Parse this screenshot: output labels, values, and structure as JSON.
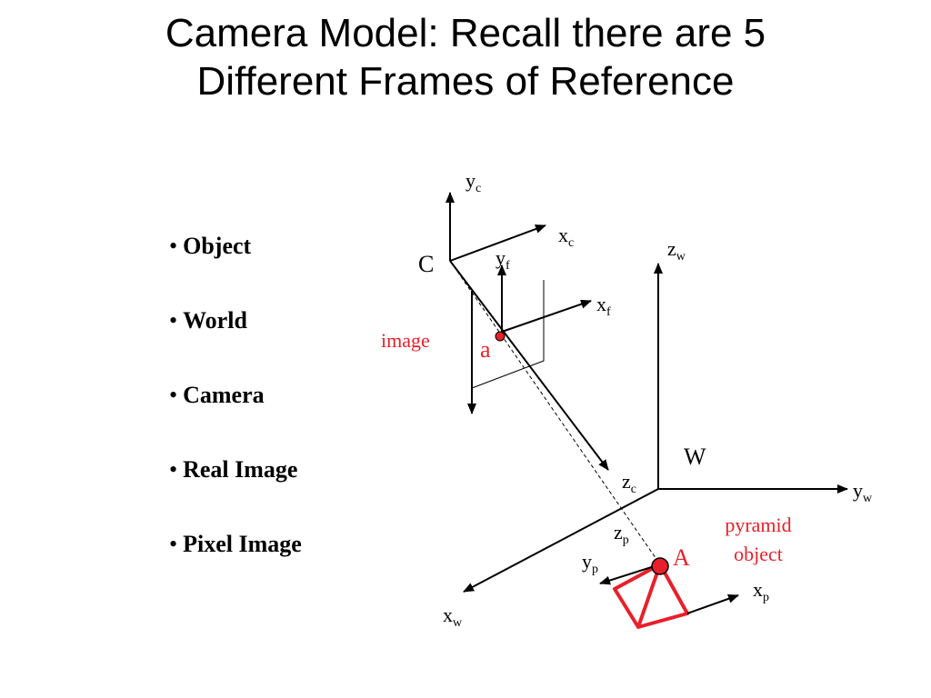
{
  "slide": {
    "title_line1": "Camera Model:  Recall there are 5",
    "title_line2": "Different Frames of Reference"
  },
  "bullets": [
    {
      "label": "Object"
    },
    {
      "label": "World"
    },
    {
      "label": "Camera"
    },
    {
      "label": "Real Image"
    },
    {
      "label": "Pixel Image"
    }
  ],
  "diagram": {
    "camera_axes": {
      "y": "y",
      "y_sub": "c",
      "x": "x",
      "x_sub": "c",
      "z": "z",
      "z_sub": "c",
      "origin": "C"
    },
    "image_axes": {
      "y": "y",
      "y_sub": "f",
      "x": "x",
      "x_sub": "f"
    },
    "world_axes": {
      "z": "z",
      "z_sub": "w",
      "y": "y",
      "y_sub": "w",
      "x": "x",
      "x_sub": "w",
      "origin": "W"
    },
    "pyramid_axes": {
      "z": "z",
      "z_sub": "p",
      "y": "y",
      "y_sub": "p",
      "x": "x",
      "x_sub": "p"
    },
    "image_label": "image",
    "image_point": "a",
    "object_point": "A",
    "object_label_line1": "pyramid",
    "object_label_line2": "object",
    "colors": {
      "accent": "#e8202a",
      "ink": "#000000"
    }
  }
}
